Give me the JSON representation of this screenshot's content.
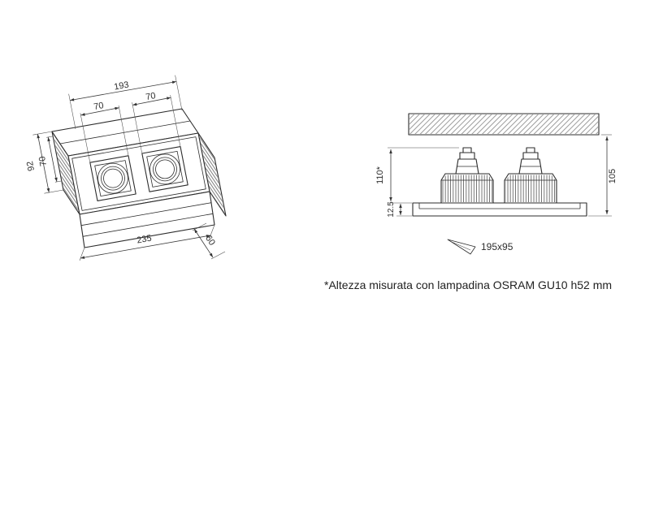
{
  "iso": {
    "dims": {
      "inner_length": "193",
      "recess_left": "70",
      "recess_right": "70",
      "depth": "92",
      "inner_depth": "70",
      "length": "235",
      "height": "60"
    }
  },
  "section": {
    "dims": {
      "height_with_lamp": "110*",
      "flange": "12.5",
      "recess_total": "105"
    },
    "cutout_label": "195x95"
  },
  "footnote": "*Altezza misurata con lampadina  OSRAM GU10 h52 mm",
  "colors": {
    "line": "#2c2c2c",
    "dimension": "#3a3a3a",
    "text": "#2e2e2e",
    "background": "#ffffff"
  }
}
